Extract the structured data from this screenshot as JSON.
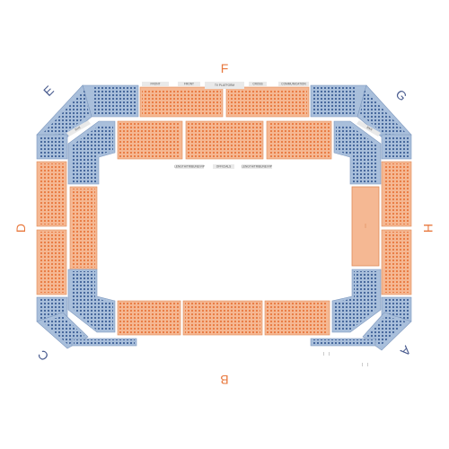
{
  "colors": {
    "orange_fill": "#f5b893",
    "orange_seat": "#e8773d",
    "orange_stroke": "#e08a58",
    "blue_fill": "#a9bfdb",
    "blue_seat": "#3d5f96",
    "blue_stroke": "#7d98bf",
    "side_label_orange": "#e8783d",
    "corner_label_blue": "#4b5d90",
    "tag_bg": "#e9e9e9"
  },
  "sides": {
    "top": "F",
    "bottom": "B",
    "left": "D",
    "right": "H"
  },
  "corners": {
    "top_left": "E",
    "top_right": "G",
    "bottom_left": "C",
    "bottom_right": "A"
  },
  "top_tags": [
    "FRONT",
    "FRONT",
    "TV PLATFORM",
    "CROSS",
    "COMMUNICATION"
  ],
  "inner_tags": [
    "LENGTH/TRIBUNE/VIP",
    "OFFICIALS",
    "LENGTH/TRIBUNE/VIP"
  ],
  "corner_tags": [
    "BAR",
    "BAR"
  ]
}
